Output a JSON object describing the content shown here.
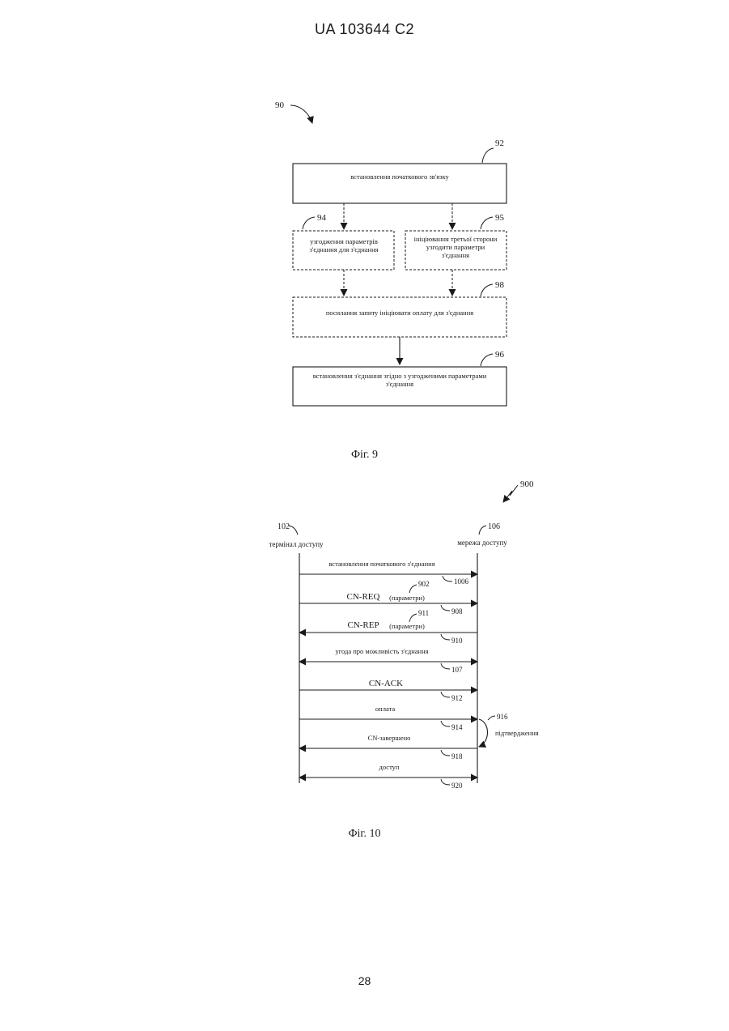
{
  "header": {
    "text": "UA   103644   C2"
  },
  "page_number": "28",
  "fig9": {
    "caption": "Фіг. 9",
    "ref_main": "90",
    "box92": {
      "ref": "92",
      "text": "встановлення початкового зв'язку"
    },
    "box94": {
      "ref": "94",
      "line1": "узгодження параметрів",
      "line2": "з'єднання для з'єднання"
    },
    "box95": {
      "ref": "95",
      "line1": "ініціювання третьої сторони",
      "line2": "узгодити параметри",
      "line3": "з'єднання"
    },
    "box98": {
      "ref": "98",
      "text": "посилання запиту ініціювати оплату для з'єднання"
    },
    "box96": {
      "ref": "96",
      "line1": "встановлення з'єднання згідно з узгодженими параметрами",
      "line2": "з'єднання"
    }
  },
  "fig10": {
    "caption": "Фіг. 10",
    "ref_main": "900",
    "left_entity": {
      "ref": "102",
      "label": "термінал доступу"
    },
    "right_entity": {
      "ref": "106",
      "label": "мережа доступу"
    },
    "messages": [
      {
        "label": "встановлення початкового з'єднання",
        "ref": "1006"
      },
      {
        "label": "CN-REQ",
        "sub": "(параметри)",
        "ref_top": "902",
        "ref": "908"
      },
      {
        "label": "CN-REP",
        "sub": "(параметри)",
        "ref_top": "911",
        "ref": "910"
      },
      {
        "label": "угода про можливість з'єднання",
        "ref": "107"
      },
      {
        "label": "CN-ACK",
        "ref": "912"
      },
      {
        "label": "оплата",
        "ref": "914"
      },
      {
        "label": "CN-завершено",
        "ref": "918"
      },
      {
        "label": "доступ",
        "ref": "920"
      }
    ],
    "confirm": {
      "ref": "916",
      "label": "підтвердження"
    }
  }
}
